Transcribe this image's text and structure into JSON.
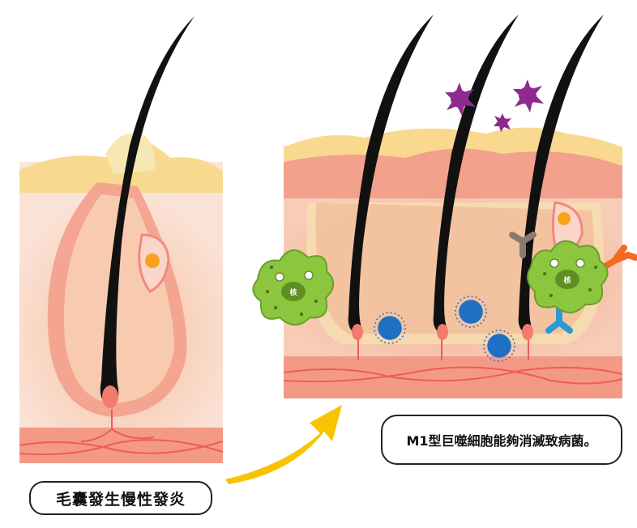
{
  "left_panel": {
    "caption": "毛囊發生慢性發炎"
  },
  "right_panel": {
    "caption": "M1型巨噬細胞能夠消滅致病菌。"
  },
  "macrophage": {
    "nucleus_label": "核"
  },
  "colors": {
    "skin_surface": "#f9d98f",
    "epidermis": "#f3a08c",
    "follicle": "#f5c9a6",
    "hair": "#111111",
    "vessel": "#ef5b5b",
    "macrophage": "#8cc63f",
    "bacteria": "#1f6fc4",
    "virus": "#8e2a8f",
    "antibody_orange": "#f26b21",
    "antibody_blue": "#2a9ad6",
    "antibody_gray": "#8a7a72",
    "arrow": "#f8c300"
  }
}
